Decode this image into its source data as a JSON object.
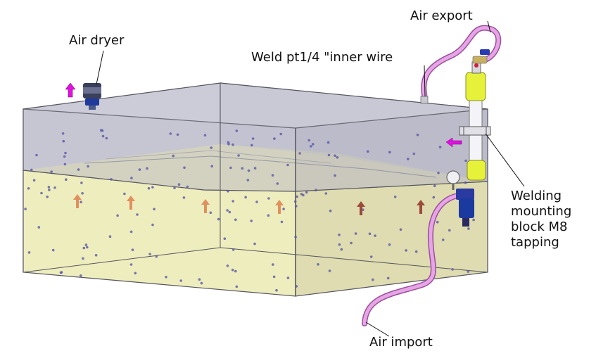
{
  "labels": {
    "air_dryer": "Air dryer",
    "air_export": "Air export",
    "weld_inner_wire": "Weld pt1/4 \"inner wire",
    "welding_block": [
      "Welding",
      "mounting",
      "block M8",
      "tapping"
    ],
    "air_import": "Air import"
  },
  "colors": {
    "tank_outline": "#55555f",
    "tank_glass": "#b9b9c8",
    "liquid": "#efeebd",
    "liquid_top": "#f6f2b8",
    "hose": "#d896d8",
    "hose_edge": "#9d4e9d",
    "filter_yellow": "#e6f23a",
    "arrow_magenta": "#e010e0",
    "arrow_orange": "#e0905e",
    "arrow_brown": "#9c4a3a",
    "dot": "#5a56a6",
    "device_blue": "#1a3aa0"
  },
  "icons": [
    "air-dryer-icon",
    "filter-column-icon",
    "valve-icon",
    "blue-filter-icon",
    "gauge-icon",
    "up-arrow-icon",
    "left-arrow-icon"
  ]
}
